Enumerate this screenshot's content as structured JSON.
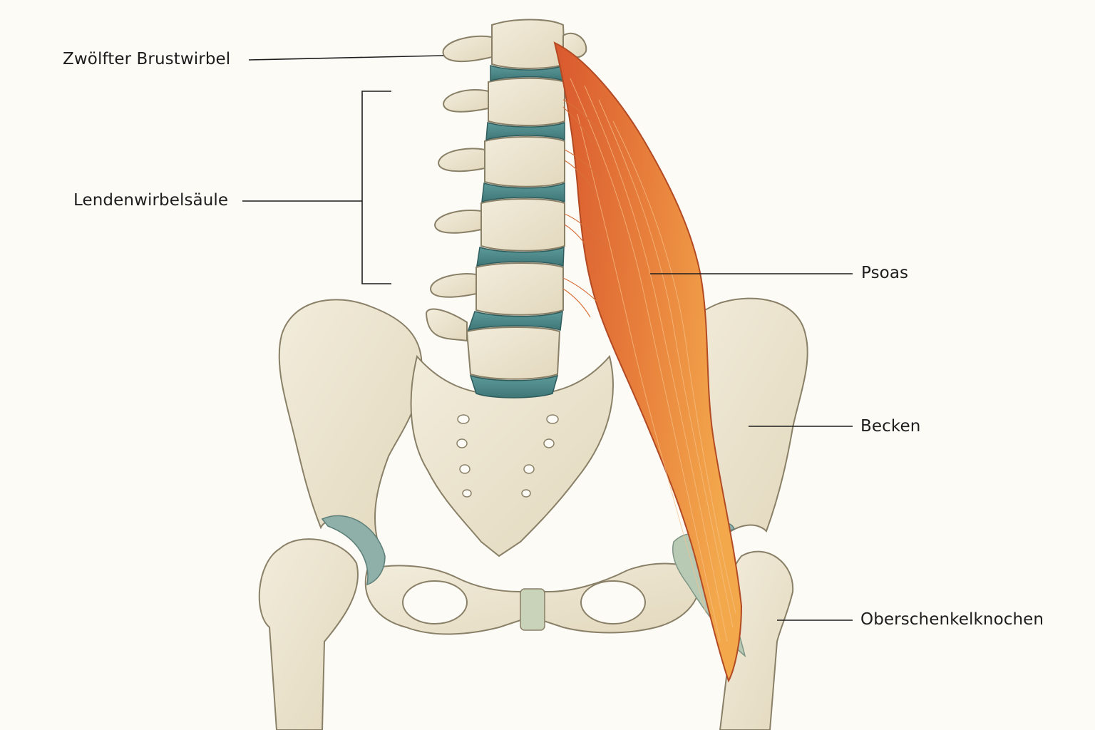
{
  "labels": {
    "t12": "Zwölfter Brustwirbel",
    "lumbar": "Lendenwirbelsäule",
    "psoas": "Psoas",
    "pelvis": "Becken",
    "femur": "Oberschenkelknochen"
  },
  "colors": {
    "background": "#fcfbf6",
    "bone": "#ede6d2",
    "bone_shade": "#d3c8a8",
    "bone_outline": "#8a8068",
    "disc": "#4f8a8b",
    "cartilage": "#8fb0a8",
    "muscle_light": "#f0a048",
    "muscle_dark": "#d9582e",
    "leader_line": "#1d1d1d"
  }
}
